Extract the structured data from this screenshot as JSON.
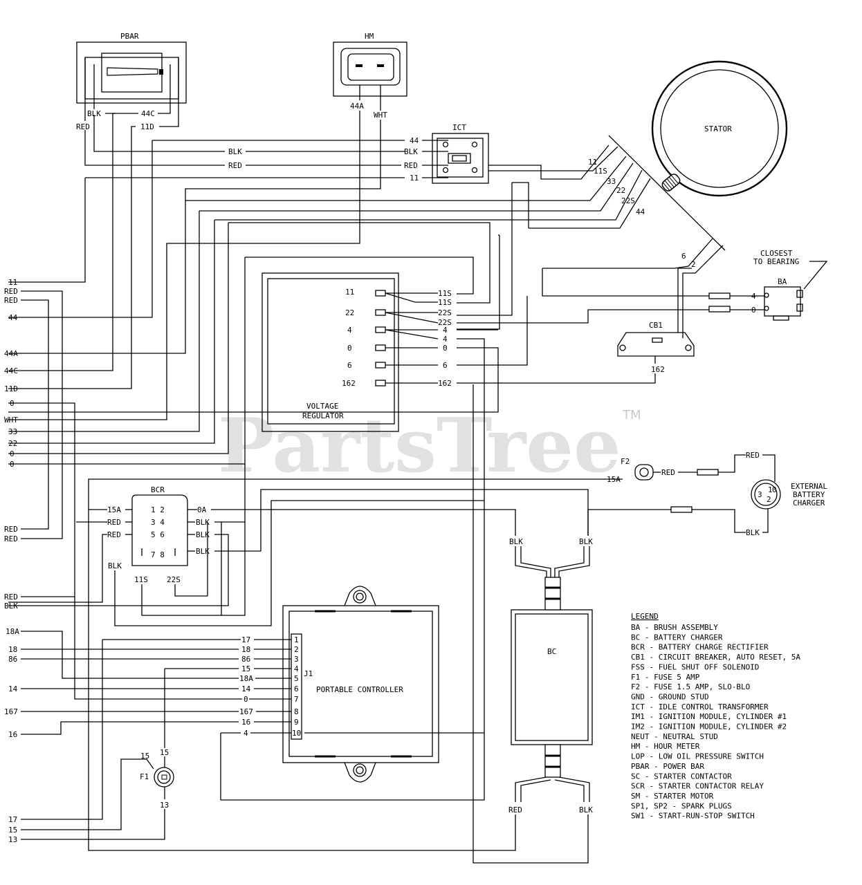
{
  "watermark": "PartsTree",
  "trademark": "TM",
  "components": {
    "pbar": "PBAR",
    "hm": "HM",
    "ict": "ICT",
    "stator": "STATOR",
    "ba": "BA",
    "closest_bearing_1": "CLOSEST",
    "closest_bearing_2": "TO BEARING",
    "cb1": "CB1",
    "cb1_wire": "162",
    "vr_1": "VOLTAGE",
    "vr_2": "REGULATOR",
    "bcr": "BCR",
    "bc": "BC",
    "pc": "PORTABLE CONTROLLER",
    "j1": "J1",
    "f1": "F1",
    "f2": "F2",
    "ext_1": "EXTERNAL",
    "ext_2": "BATTERY",
    "ext_3": "CHARGER"
  },
  "top_labels": {
    "blk": "BLK",
    "red": "RED",
    "c44": "44C",
    "d11": "11D",
    "a44": "44A",
    "wht": "WHT",
    "ict_44": "44",
    "ict_blk": "BLK",
    "ict_red": "RED",
    "ict_11": "11",
    "mid_blk": "BLK",
    "mid_red": "RED"
  },
  "stator_wires": [
    "11",
    "11S",
    "33",
    "22",
    "22S",
    "44"
  ],
  "stator_lower": [
    "6",
    "2"
  ],
  "vr_pins": [
    "11",
    "22",
    "4",
    "0",
    "6",
    "162"
  ],
  "vr_right": [
    "11S",
    "11S",
    "22S",
    "22S",
    "4",
    "4",
    "0",
    "6",
    "162"
  ],
  "ba_wires": [
    "4",
    "0"
  ],
  "left_edge": [
    "11",
    "RED",
    "RED",
    "44",
    "44A",
    "44C",
    "11D",
    "0",
    "WHT",
    "33",
    "22",
    "0",
    "0",
    "RED",
    "RED",
    "RED",
    "BLK",
    "18A",
    "18",
    "86",
    "14",
    "167",
    "16",
    "17",
    "15",
    "13"
  ],
  "bcr_labels": {
    "l15a": "15A",
    "p12": "1 2",
    "r0a": "0A",
    "lred1": "RED",
    "p34": "3 4",
    "rblk1": "BLK",
    "lred2": "RED",
    "p56": "5 6",
    "rblk2": "BLK",
    "p78": "7 8",
    "rblk3": "BLK",
    "lblk": "BLK",
    "b11s": "11S",
    "b22s": "22S"
  },
  "f2_labels": {
    "a15": "15A",
    "red": "RED",
    "ext_red": "RED",
    "ext_blk": "BLK"
  },
  "ext_pins": {
    "p3": "3",
    "p1": "1",
    "p0": "0",
    "p2": "2"
  },
  "bc_labels": {
    "t_blk1": "BLK",
    "t_blk2": "BLK",
    "b_red": "RED",
    "b_blk": "BLK"
  },
  "j1_wires": [
    "17",
    "18",
    "86",
    "15",
    "18A",
    "14",
    "0",
    "167",
    "16",
    "4"
  ],
  "j1_pins": [
    "1",
    "2",
    "3",
    "4",
    "5",
    "6",
    "7",
    "8",
    "9",
    "10"
  ],
  "f1_labels": {
    "w15a": "15",
    "w15b": "15",
    "w13": "13"
  },
  "legend": {
    "title": "LEGEND",
    "items": [
      "BA - BRUSH ASSEMBLY",
      "BC - BATTERY CHARGER",
      "BCR - BATTERY CHARGE RECTIFIER",
      "CB1 - CIRCUIT BREAKER, AUTO RESET, 5A",
      "FSS - FUEL SHUT OFF SOLENOID",
      "F1 - FUSE 5 AMP",
      "F2 - FUSE 1.5 AMP, SLO-BLO",
      "GND - GROUND STUD",
      "ICT - IDLE CONTROL TRANSFORMER",
      "IM1 - IGNITION MODULE, CYLINDER #1",
      "IM2 - IGNITION MODULE, CYLINDER #2",
      "NEUT - NEUTRAL STUD",
      "HM - HOUR METER",
      "LOP - LOW OIL PRESSURE SWITCH",
      "PBAR - POWER BAR",
      "SC - STARTER CONTACTOR",
      "SCR - STARTER CONTACTOR RELAY",
      "SM - STARTER MOTOR",
      "SP1, SP2 - SPARK PLUGS",
      "SW1 - START-RUN-STOP SWITCH"
    ]
  }
}
